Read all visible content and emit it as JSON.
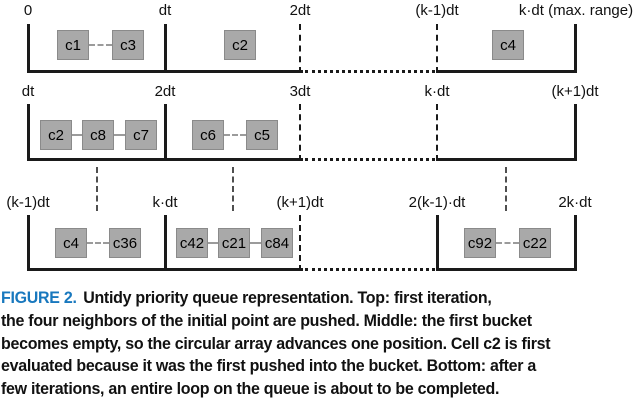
{
  "colors": {
    "figure_label_blue": "#1878be",
    "cell_fill": "#a9a9a9",
    "cell_border": "#8a8a8a",
    "line_black": "#1a1a1a"
  },
  "diagram": {
    "rows": [
      {
        "name": "top",
        "tick_labels": [
          "0",
          "dt",
          "2dt",
          "(k-1)dt",
          "k·dt (max. range)"
        ],
        "cells": [
          "c1",
          "c3",
          "c2",
          "c4"
        ]
      },
      {
        "name": "middle",
        "tick_labels": [
          "dt",
          "2dt",
          "3dt",
          "k·dt",
          "(k+1)dt"
        ],
        "cells": [
          "c2",
          "c8",
          "c7",
          "c6",
          "c5"
        ]
      },
      {
        "name": "bottom",
        "tick_labels": [
          "(k-1)dt",
          "k·dt",
          "(k+1)dt",
          "2(k-1)·dt",
          "2k·dt"
        ],
        "cells": [
          "c4",
          "c36",
          "c42",
          "c21",
          "c84",
          "c92",
          "c22"
        ]
      }
    ]
  },
  "caption": {
    "figure_label": "FIGURE 2.",
    "lines": [
      "Untidy priority queue representation. Top: first iteration,",
      "the four neighbors of the initial point are pushed. Middle: the first bucket",
      "becomes empty, so the circular array advances one position. Cell c2 is first",
      "evaluated because it was the first pushed into the bucket. Bottom: after a",
      "few iterations, an entire loop on the queue is about to be completed."
    ]
  }
}
